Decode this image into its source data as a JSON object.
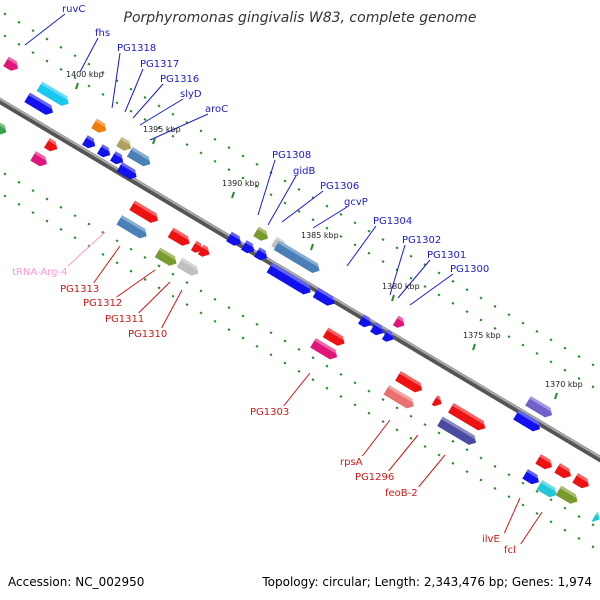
{
  "title": "Porphyromonas gingivalis W83, complete genome",
  "footer": {
    "accession": "Accession: NC_002950",
    "summary": "Topology: circular; Length: 2,343,476 bp; Genes: 1,974"
  },
  "colors": {
    "backbone": "#8a8a8a",
    "tick": "#2a8a2a",
    "label_blue": "#1a1acc",
    "label_red": "#cc1a1a",
    "label_pink": "#ff99cc"
  },
  "scale_labels": [
    "1400 kbp",
    "1395 kbp",
    "1390 kbp",
    "1385 kbp",
    "1380 kbp",
    "1375 kbp",
    "1370 kbp"
  ],
  "gene_labels_upper": [
    "ruvC",
    "fhs",
    "PG1318",
    "PG1317",
    "PG1316",
    "slyD",
    "aroC",
    "PG1308",
    "gidB",
    "PG1306",
    "gcvP",
    "PG1304",
    "PG1302",
    "PG1301",
    "PG1300"
  ],
  "gene_labels_lower": [
    "tRNA-Arg-4",
    "PG1313",
    "PG1312",
    "PG1311",
    "PG1310",
    "PG1303",
    "rpsA",
    "PG1296",
    "feoB-2",
    "ilvE",
    "fcl"
  ]
}
